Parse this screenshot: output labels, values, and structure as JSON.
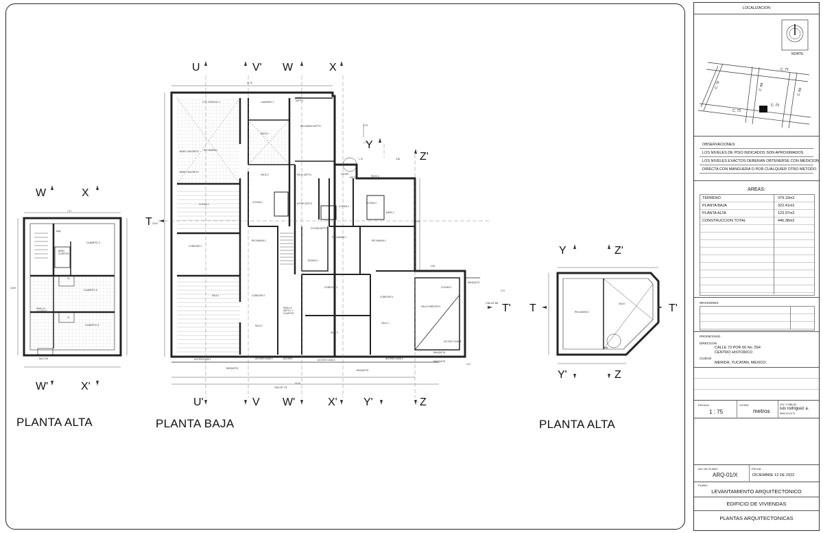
{
  "plans": {
    "planta_alta_left": "PLANTA ALTA",
    "planta_baja": "PLANTA BAJA",
    "planta_alta_right": "PLANTA ALTA"
  },
  "axes": {
    "U": "U",
    "Vp": "V'",
    "W": "W",
    "X": "X",
    "Y": "Y",
    "Zp": "Z'",
    "T": "T",
    "Tp": "T'",
    "Up": "U'",
    "V": "V",
    "Wp": "W'",
    "Xp": "X'",
    "Yp": "Y'",
    "Z": "Z"
  },
  "dims": {
    "baja_width": "11.76",
    "baja_height": "20.94",
    "baja_bottom": "20.16",
    "d379": "3.79",
    "d175": "1.75",
    "d170": "1.70",
    "d355": "3.55",
    "d612": "6.12",
    "d483": "4.83",
    "d372": "3.72",
    "d412": "4.12",
    "alta_width": "7.17",
    "alta_height": "10.69"
  },
  "rooms_baja": [
    "CTO. SERVICIO 1",
    "LAVADERO 1",
    "BAÑO DEPTO",
    "RECAMARA DEPTO",
    "PATIO 1",
    "RECAMARA 1",
    "PATIO 2",
    "PATIO DEPTO",
    "CEDRO",
    "PATIO 3",
    "PATIO 4",
    "COCINA 1",
    "COCINA 2",
    "ESTAR DEPTO",
    "COCINA 3",
    "COCINA 4",
    "BAÑO 4",
    "COMEDOR 1",
    "RECAMARA 2",
    "COCINA DEPTO",
    "RECAMARA 3",
    "RECAMARA 4",
    "BODEGA",
    "SALA 1",
    "COMEDOR 2",
    "PASILLO DEPTO. Y CUARTOS",
    "COMEDOR 3",
    "COMEDOR 4",
    "COCINA 5",
    "BANQUETA",
    "SALA COMEDOR 5",
    "SALA 2",
    "SALA 3",
    "SALA 4",
    "ACCESO CASA 5",
    "ACCESOCASA 1",
    "ACCESO CASA 2",
    "ACCESO DEPTO. Y CUARTOS",
    "ACCESO CASA 3",
    "ACCESO CASA 4"
  ],
  "labels": {
    "banqueta": "BANQUETA",
    "calle73": "CALLE 73",
    "calle66": "CALLE 66",
    "nivel": "N.P.T. +0.15"
  },
  "rooms_alta": [
    "CUARTO 1",
    "BAÑO CUARTOS",
    "CUARTO 2",
    "PASILLO CUARTOS",
    "CUARTO 3",
    "BALCON",
    "Baja",
    "CL"
  ],
  "rooms_alta_r": [
    "RECAMARA 5",
    "VACIO",
    "Baja"
  ],
  "titleblock": {
    "localizacion": "LOCALIZACION",
    "norte": "NORTE",
    "streets": [
      "C. 71",
      "C. 70",
      "C. 68",
      "C. 66",
      "C. 73",
      "C. 73"
    ],
    "obs_title": "OBSERVACIONES:",
    "obs": [
      "LOS NIVELES DE PISO INDICADOS SON APROXIMADOS.",
      "LOS NIVELES EXACTOS DEBERAN OBTENERSE CON MEDICION",
      "DIRECTA CON MANGUERA O POR CUALQUIER OTRO METODO."
    ],
    "areas_title": "AREAS:",
    "areas": [
      {
        "name": "TERRENO",
        "value": "379.19m2"
      },
      {
        "name": "PLANTA BAJA",
        "value": "322.41m2"
      },
      {
        "name": "PLANTA ALTA",
        "value": "123.97m2"
      },
      {
        "name": "CONSTRUCCION TOTAL",
        "value": "446.38m2"
      }
    ],
    "revisiones": "REVISIONES",
    "propietario": "PROPIETARIO",
    "direccion_label": "DIRECCION",
    "direccion1": "CALLE 73 POR 66 No. 554",
    "direccion2": "CENTRO HISTORICO",
    "ciudad_label": "CIUDAD",
    "ciudad": "MERIDA, YUCATAN, MEXICO.",
    "escala_label": "ESCALA",
    "escala": "1 : 75",
    "cotas_label": "COTAS",
    "cotas": "metros",
    "lev_label": "LEV. Y DIBUJO",
    "lev": "luis rodriguez a.",
    "lev_sub": "9994 15 16 72",
    "noplano_label": "NO. DE PLANO",
    "noplano": "ARQ-01/X",
    "fecha_label": "FECHA",
    "fecha": "DICIEMBRE 13 DE 2022",
    "plano_label": "PLANO",
    "plano": "LEVANTAMIENTO ARQUITECTONICO",
    "edificio": "EDIFICIO DE VIVIENDAS",
    "plantas": "PLANTAS ARQUITECTONICAS"
  }
}
